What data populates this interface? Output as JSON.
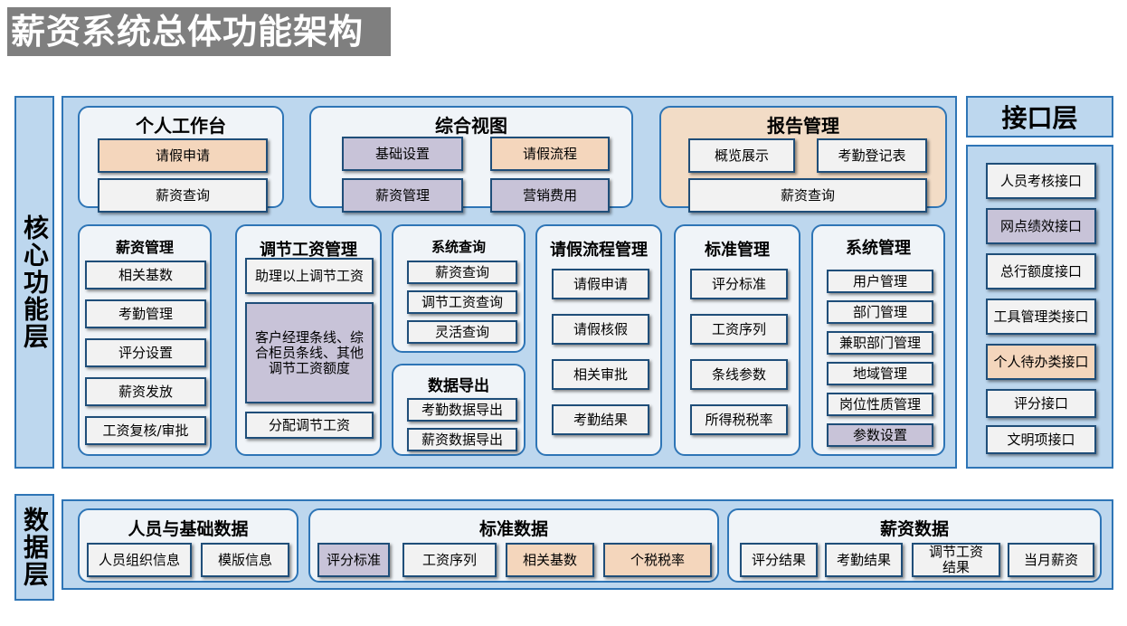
{
  "title": "薪资系统总体功能架构",
  "layers": {
    "core_label": "核心功能层",
    "interface_label": "接口层",
    "data_label": "数据层"
  },
  "core": {
    "personal_workspace": {
      "title": "个人工作台",
      "items": [
        "请假申请",
        "薪资查询"
      ]
    },
    "overview": {
      "title": "综合视图",
      "items": [
        "基础设置",
        "请假流程",
        "薪资管理",
        "营销费用"
      ]
    },
    "report": {
      "title": "报告管理",
      "items": [
        "概览展示",
        "考勤登记表",
        "薪资查询"
      ]
    },
    "salary_mgmt": {
      "title": "薪资管理",
      "items": [
        "相关基数",
        "考勤管理",
        "评分设置",
        "薪资发放",
        "工资复核/审批"
      ]
    },
    "adjust_salary": {
      "title": "调节工资管理",
      "items": [
        "助理以上调节工资",
        "客户经理条线、综合柜员条线、其他调节工资额度",
        "分配调节工资"
      ]
    },
    "system_query": {
      "title": "系统查询",
      "items": [
        "薪资查询",
        "调节工资查询",
        "灵活查询"
      ]
    },
    "data_export": {
      "title": "数据导出",
      "items": [
        "考勤数据导出",
        "薪资数据导出"
      ]
    },
    "leave_flow": {
      "title": "请假流程管理",
      "items": [
        "请假申请",
        "请假核假",
        "相关审批",
        "考勤结果"
      ]
    },
    "standard_mgmt": {
      "title": "标准管理",
      "items": [
        "评分标准",
        "工资序列",
        "条线参数",
        "所得税税率"
      ]
    },
    "system_mgmt": {
      "title": "系统管理",
      "items": [
        "用户管理",
        "部门管理",
        "兼职部门管理",
        "地域管理",
        "岗位性质管理",
        "参数设置"
      ]
    }
  },
  "interfaces": [
    "人员考核接口",
    "网点绩效接口",
    "总行额度接口",
    "工具管理类接口",
    "个人待办类接口",
    "评分接口",
    "文明项接口"
  ],
  "data": {
    "person_basic": {
      "title": "人员与基础数据",
      "items": [
        "人员组织信息",
        "模版信息"
      ]
    },
    "standard": {
      "title": "标准数据",
      "items": [
        "评分标准",
        "工资序列",
        "相关基数",
        "个税税率"
      ]
    },
    "salary": {
      "title": "薪资数据",
      "items": [
        "评分结果",
        "考勤结果",
        "调节工资结果",
        "当月薪资"
      ]
    }
  },
  "colors": {
    "panel": "#bdd7ee",
    "border": "#2e75b6",
    "purple_box": "#c8c3d8",
    "tan_box": "#f4d6bc",
    "white_box": "#f2f2f2",
    "title_bg": "#7f7f7f"
  }
}
